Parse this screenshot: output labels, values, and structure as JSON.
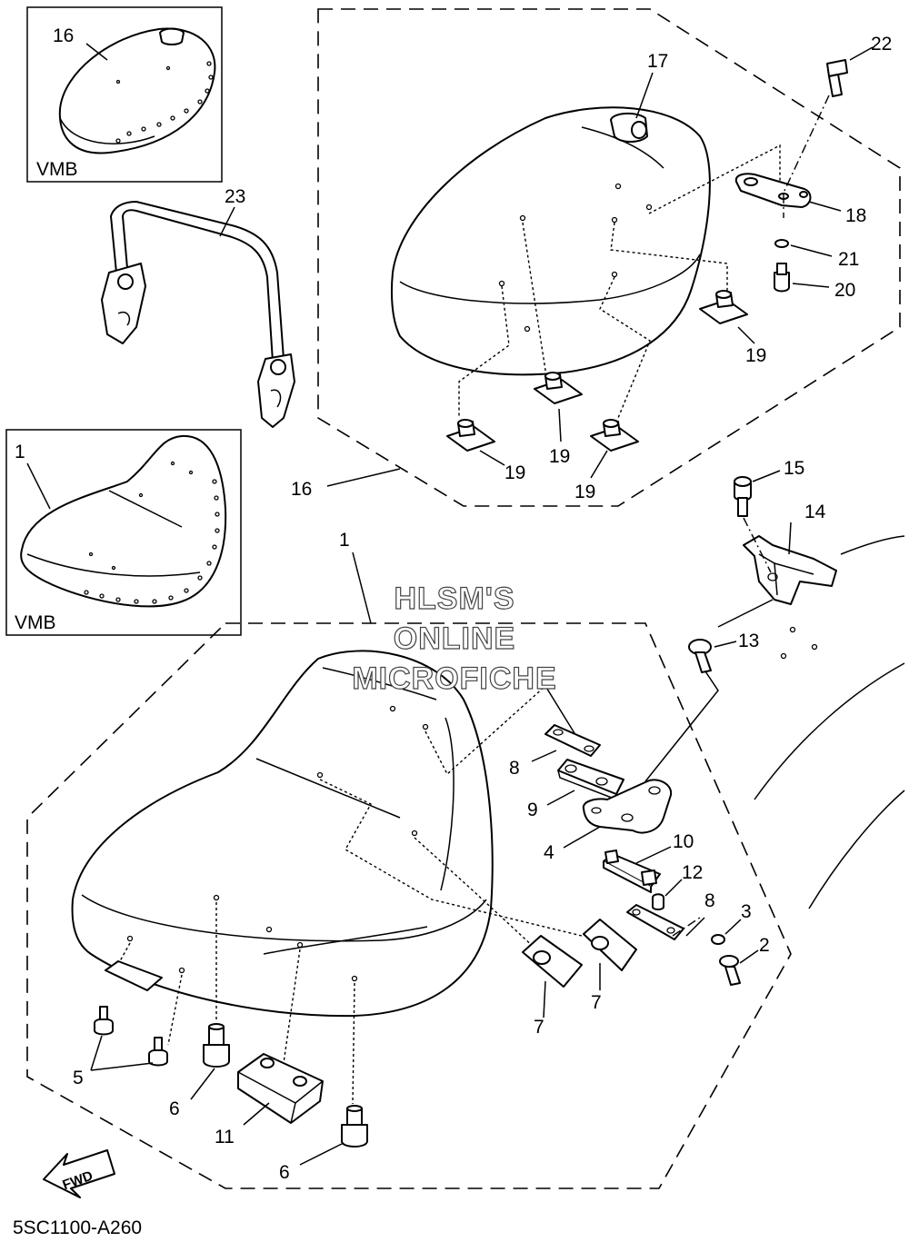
{
  "diagram_code": "5SC1100-A260",
  "watermark": [
    "HLSM'S",
    "ONLINE",
    "MICROFICHE"
  ],
  "direction_arrow": "FWD",
  "inset_labels": {
    "rear_inset": "VMB",
    "front_inset": "VMB"
  },
  "callouts": {
    "c1a": "1",
    "c1b": "1",
    "c2": "2",
    "c3": "3",
    "c4": "4",
    "c5": "5",
    "c6a": "6",
    "c6b": "6",
    "c7a": "7",
    "c7b": "7",
    "c8a": "8",
    "c8b": "8",
    "c9": "9",
    "c10": "10",
    "c11": "11",
    "c12": "12",
    "c13": "13",
    "c14": "14",
    "c15": "15",
    "c16a": "16",
    "c16b": "16",
    "c17": "17",
    "c18": "18",
    "c19a": "19",
    "c19b": "19",
    "c19c": "19",
    "c19d": "19",
    "c20": "20",
    "c21": "21",
    "c22": "22",
    "c23": "23"
  }
}
